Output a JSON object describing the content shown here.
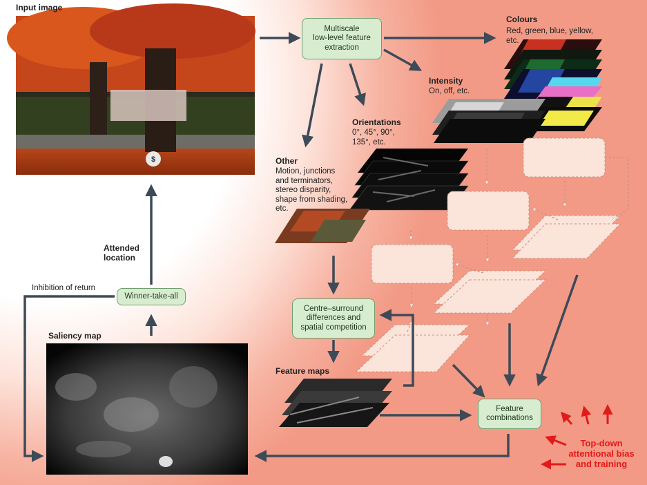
{
  "labels": {
    "input_image": "Input image",
    "multiscale": "Multiscale\nlow-level feature\nextraction",
    "colours_title": "Colours",
    "colours_desc": "Red, green, blue, yellow,\netc.",
    "intensity_title": "Intensity",
    "intensity_desc": "On, off, etc.",
    "orientations_title": "Orientations",
    "orientations_desc": "0°, 45°, 90°,\n135°, etc.",
    "other_title": "Other",
    "other_desc": "Motion, junctions\nand terminators,\nstereo disparity,\nshape from shading,\netc.",
    "attended_location": "Attended\nlocation",
    "inhibition_of_return": "Inhibition of return",
    "winner_take_all": "Winner-take-all",
    "saliency_map": "Saliency map",
    "centre_surround": "Centre–surround\ndifferences and\nspatial competition",
    "feature_maps": "Feature maps",
    "feature_combinations": "Feature\ncombinations",
    "top_down": "Top-down\nattentional bias\nand training"
  },
  "colors": {
    "box_fill": "#d8ecd0",
    "box_border": "#6f9f6a",
    "arrow": "#3d4a57",
    "top_down_red": "#e21a1a",
    "ghost_fill": "#fbe4da",
    "ghost_stroke": "#c98f80"
  },
  "icons": {
    "money_bag": "$"
  }
}
